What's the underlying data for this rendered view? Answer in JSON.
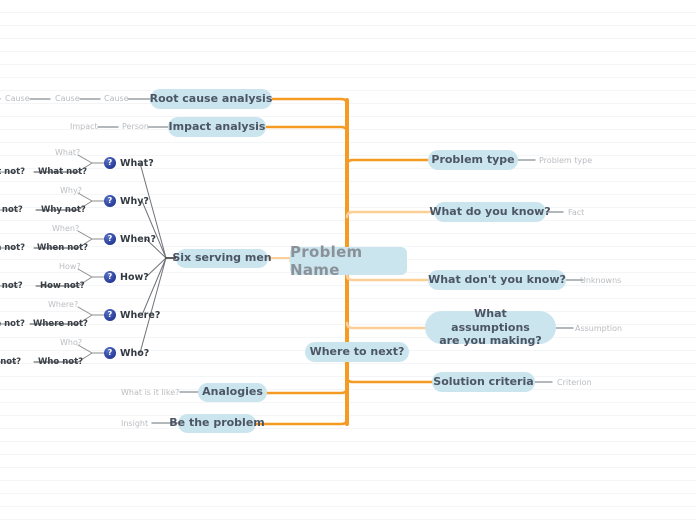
{
  "diagram": {
    "type": "mind-map",
    "title": "Problem solving mind map",
    "colors": {
      "node_fill": "#cbe5ee",
      "node_text": "#4b5563",
      "root_text": "#8a9199",
      "trunk": "#f59a23",
      "branch_light": "#fbcf96",
      "connector_grey": "#8c8c8c",
      "label_grey": "#b9bcc0",
      "label_dark": "#3a4048",
      "icon_blue": "#2a3f9d",
      "rule_line": "#f4f5f7",
      "background": "#ffffff"
    }
  },
  "root": {
    "label": "Problem Name"
  },
  "left_branches": [
    {
      "label": "Root cause analysis",
      "tail_labels": [
        "Cause",
        "Cause",
        "Cause"
      ]
    },
    {
      "label": "Impact analysis",
      "tail_labels": [
        "Impact",
        "Person"
      ]
    },
    {
      "label": "Six serving men"
    },
    {
      "label": "Analogies",
      "tail_labels": [
        "What is it like?"
      ]
    },
    {
      "label": "Be the problem",
      "tail_labels": [
        "Insight"
      ]
    }
  ],
  "six_serving_men": [
    {
      "icon": "question-icon",
      "label": "What?",
      "up_label": "What?",
      "down_label": "What not?",
      "far_label": "What not?"
    },
    {
      "icon": "question-icon",
      "label": "Why?",
      "up_label": "Why?",
      "down_label": "Why not?",
      "far_label": "Why not?"
    },
    {
      "icon": "question-icon",
      "label": "When?",
      "up_label": "When?",
      "down_label": "When not?",
      "far_label": "When not?"
    },
    {
      "icon": "question-icon",
      "label": "How?",
      "up_label": "How?",
      "down_label": "How not?",
      "far_label": "How not?"
    },
    {
      "icon": "question-icon",
      "label": "Where?",
      "up_label": "Where?",
      "down_label": "Where not?",
      "far_label": "Where not?"
    },
    {
      "icon": "question-icon",
      "label": "Who?",
      "up_label": "Who?",
      "down_label": "Who not?",
      "far_label": "Who not?"
    }
  ],
  "right_branches": [
    {
      "label": "Problem type",
      "tail_label": "Problem type"
    },
    {
      "label": "What do you know?",
      "tail_label": "Fact"
    },
    {
      "label": "What don't you know?",
      "tail_label": "Unknowns"
    },
    {
      "label": "What assumptions are you making?",
      "line1": "What assumptions",
      "line2": "are you making?",
      "tail_label": "Assumption"
    },
    {
      "label": "Solution criteria",
      "tail_label": "Criterion"
    }
  ],
  "secondary_root": {
    "label": "Where to next?"
  }
}
